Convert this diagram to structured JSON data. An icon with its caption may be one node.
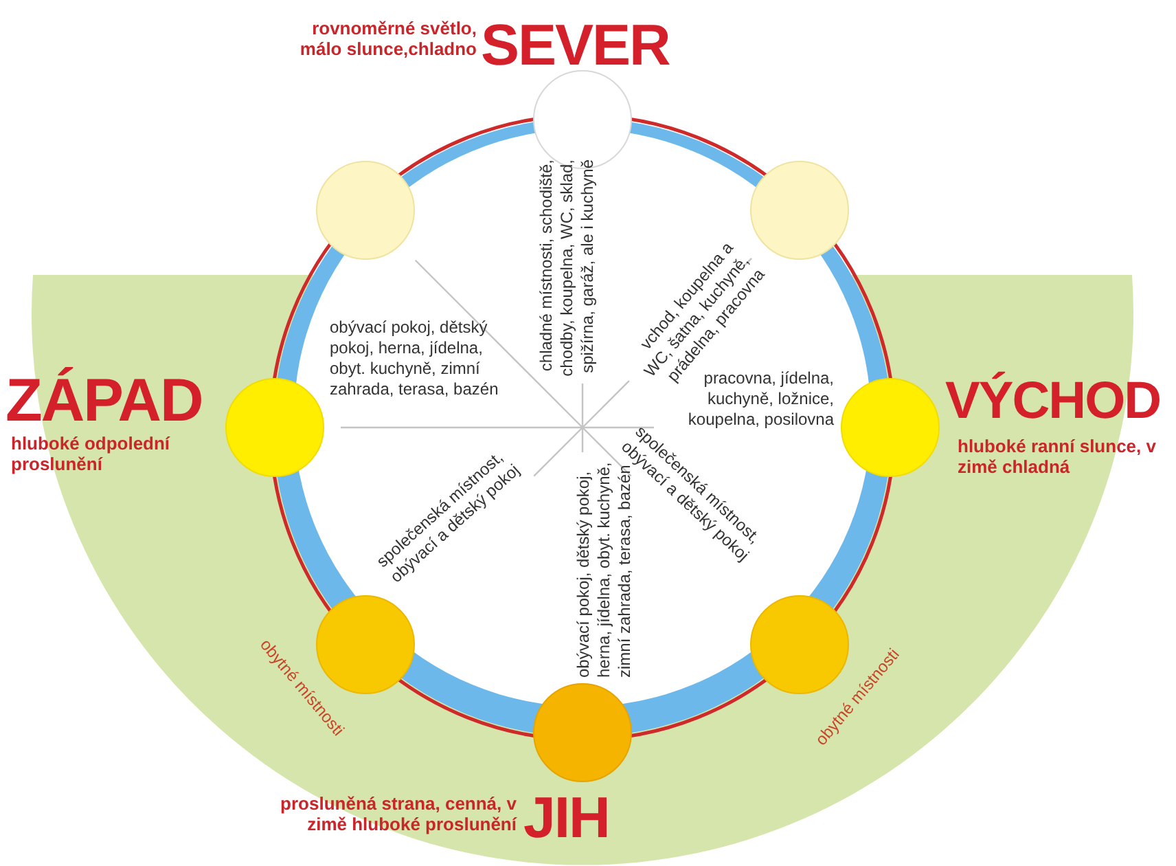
{
  "diagram": {
    "nodes": [
      {
        "text": [],
        "shape": "circle",
        "beside": [
          "rovnoměrné světlo, málo slunce,chladno",
          "SEVER"
        ]
      },
      {
        "text": [],
        "shape": "circle"
      },
      {
        "text": [],
        "shape": "circle"
      },
      {
        "text": [],
        "shape": "circle",
        "beside": [
          "ZÁPAD",
          "hluboké odpolední proslunění"
        ]
      },
      {
        "text": [],
        "shape": "circle",
        "beside": [
          "VÝCHOD",
          "hluboké ranní slunce, v zimě chladná"
        ]
      },
      {
        "text": [],
        "shape": "circle"
      },
      {
        "text": [],
        "shape": "circle"
      },
      {
        "text": [],
        "shape": "circle",
        "beside": [
          "prosluněná strana, cenná, v zimě hluboké proslunění",
          "JIH"
        ]
      }
    ],
    "labels": [
      "chladné místnosti, schodiště, chodby, koupelna, WC, sklad, spižírna, garáž, ale i kuchyně",
      "vchod, koupelna a WC, šatna, kuchyně, prádelna, pracovna",
      "obývací pokoj, dětský pokoj, herna, jídelna, obyt. kuchyně, zimní zahrada, terasa, bazén",
      "pracovna, jídelna, kuchyně, ložnice, koupelna, posilovna",
      "společenská místnost, obývací a dětský pokoj",
      "společenská místnost, obývací a dětský pokoj",
      "obývací pokoj, dětský pokoj, herna, jídelna, obyt. kuchyně, zimní zahrada, terasa, bazén",
      "obytné místnosti",
      "obytné místnosti"
    ]
  }
}
